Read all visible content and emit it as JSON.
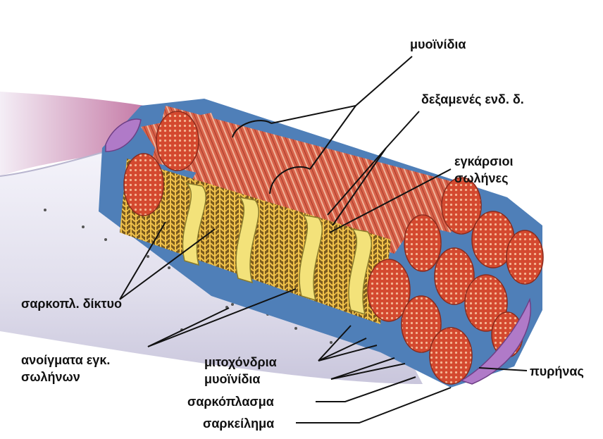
{
  "labels": {
    "myofibrils_top": "μυοϊνίδια",
    "reservoirs": "δεξαμενές ενδ. δ.",
    "transverse_1": "εγκάρσιοι",
    "transverse_2": "σωλήνες",
    "sarcoplasmic_net": "σαρκοπλ. δίκτυο",
    "openings_1": "ανοίγματα εγκ.",
    "openings_2": "σωλήνων",
    "mitochondria": "μιτοχόνδρια",
    "myofibrils_bottom": "μυοϊνίδια",
    "sarcoplasm": "σαρκόπλασμα",
    "sarcolemma": "σαρκείλημα",
    "nucleus": "πυρήνας"
  },
  "colors": {
    "myofibril": "#d9553a",
    "myofibril_dots": "#f2b089",
    "network": "#e8b53a",
    "tubule": "#f3e27a",
    "sarcoplasm": "#4f7fb8",
    "membrane": "#dcdcea",
    "nucleus": "#b07ac8",
    "tendon": "#c98fb0"
  }
}
